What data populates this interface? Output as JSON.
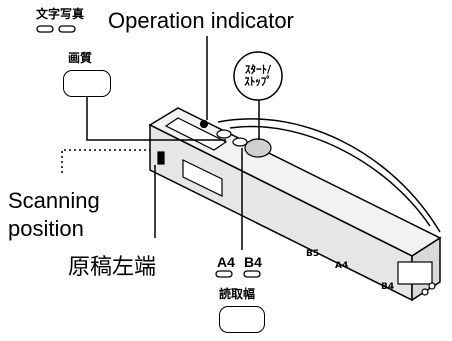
{
  "labels": {
    "mode_text": "文字",
    "mode_photo": "写真",
    "operation_indicator": "Operation indicator",
    "quality": "画質",
    "start_stop_line1": "ｽﾀｰﾄ/",
    "start_stop_line2": "ｽﾄｯﾌﾟ",
    "scanning_position_line1": "Scanning",
    "scanning_position_line2": "position",
    "document_left_edge": "原稿左端",
    "width_a4": "A4",
    "width_b4": "B4",
    "scan_width": "読取幅",
    "device_mark_b5": "B5",
    "device_mark_a4": "A4",
    "device_mark_b4": "B4"
  },
  "colors": {
    "line": "#000000",
    "device_fill": "#f2f2f2",
    "device_shade": "#d9d9d9"
  }
}
